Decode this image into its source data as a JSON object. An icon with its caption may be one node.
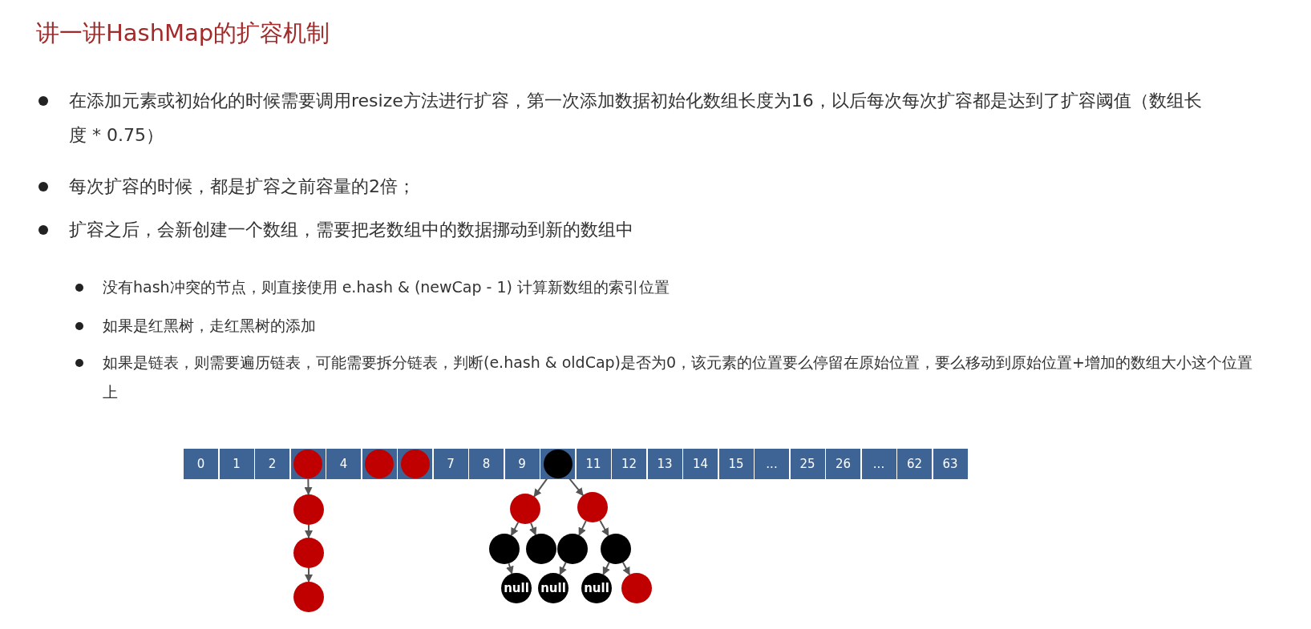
{
  "diagram": {
    "title": "讲一讲HashMap的扩容机制",
    "nodes": [
      {
        "text": [
          "0"
        ]
      },
      {
        "text": [
          "1"
        ]
      },
      {
        "text": [
          "2"
        ]
      },
      {
        "text": [],
        "shape": "box"
      },
      {
        "text": [
          "4"
        ]
      },
      {
        "text": [],
        "shape": "box"
      },
      {
        "text": [],
        "shape": "box"
      },
      {
        "text": [
          "7"
        ]
      },
      {
        "text": [
          "8"
        ]
      },
      {
        "text": [
          "9"
        ]
      },
      {
        "text": [],
        "shape": "box"
      },
      {
        "text": [
          "11"
        ]
      },
      {
        "text": [
          "12"
        ]
      },
      {
        "text": [
          "13"
        ]
      },
      {
        "text": [
          "14"
        ]
      },
      {
        "text": [
          "15"
        ]
      },
      {
        "text": [
          "..."
        ]
      },
      {
        "text": [
          "25"
        ]
      },
      {
        "text": [
          "26"
        ]
      },
      {
        "text": [
          "..."
        ]
      },
      {
        "text": [
          "62"
        ]
      },
      {
        "text": [
          "63"
        ]
      },
      {
        "text": [],
        "shape": "circle",
        "in": 3
      },
      {
        "text": [],
        "shape": "circle",
        "in": 5
      },
      {
        "text": [],
        "shape": "circle",
        "in": 6
      },
      {
        "text": [],
        "shape": "circle",
        "in": 10
      },
      {
        "text": [],
        "shape": "circle"
      },
      {
        "text": [],
        "shape": "circle"
      },
      {
        "text": [],
        "shape": "circle"
      },
      {
        "text": [],
        "shape": "circle"
      },
      {
        "text": [],
        "shape": "circle"
      },
      {
        "text": [],
        "shape": "circle"
      },
      {
        "text": [],
        "shape": "circle"
      },
      {
        "text": [],
        "shape": "circle"
      },
      {
        "text": [],
        "shape": "circle"
      },
      {
        "text": [
          "null"
        ]
      },
      {
        "text": [
          "null"
        ]
      },
      {
        "text": [
          "null"
        ]
      },
      {
        "text": [],
        "shape": "circle"
      }
    ],
    "edges": [
      {
        "from": 22,
        "to": 26,
        "arrow": "to"
      },
      {
        "from": 26,
        "to": 27,
        "arrow": "to"
      },
      {
        "from": 27,
        "to": 28,
        "arrow": "to"
      },
      {
        "from": 25,
        "to": 29,
        "arrow": "to"
      },
      {
        "from": 25,
        "to": 30,
        "arrow": "to"
      },
      {
        "from": 29,
        "to": 31,
        "arrow": "to"
      },
      {
        "from": 29,
        "to": 32,
        "arrow": "to"
      },
      {
        "from": 30,
        "to": 33,
        "arrow": "to"
      },
      {
        "from": 30,
        "to": 34,
        "arrow": "to"
      },
      {
        "from": 31,
        "to": 35,
        "arrow": "to"
      },
      {
        "from": 33,
        "to": 36,
        "arrow": "to"
      },
      {
        "from": 34,
        "to": 37,
        "arrow": "to"
      },
      {
        "from": 34,
        "to": 38,
        "arrow": "to"
      }
    ],
    "labels": [
      "在添加元素或初始化的时候需要调用resize方法进行扩容，第一次添加数据初始化数组长度为16，以后每次每次扩容都是达到了扩容阈值（数组长度 * 0.75）",
      "每次扩容的时候，都是扩容之前容量的2倍；",
      "扩容之后，会新创建一个数组，需要把老数组中的数据挪动到新的数组中",
      "没有hash冲突的节点，则直接使用 e.hash & (newCap - 1) 计算新数组的索引位置",
      "如果是红黑树，走红黑树的添加",
      "如果是链表，则需要遍历链表，可能需要拆分链表，判断(e.hash & oldCap)是否为0，该元素的位置要么停留在原始位置，要么移动到原始位置+增加的数组大小这个位置上"
    ]
  }
}
